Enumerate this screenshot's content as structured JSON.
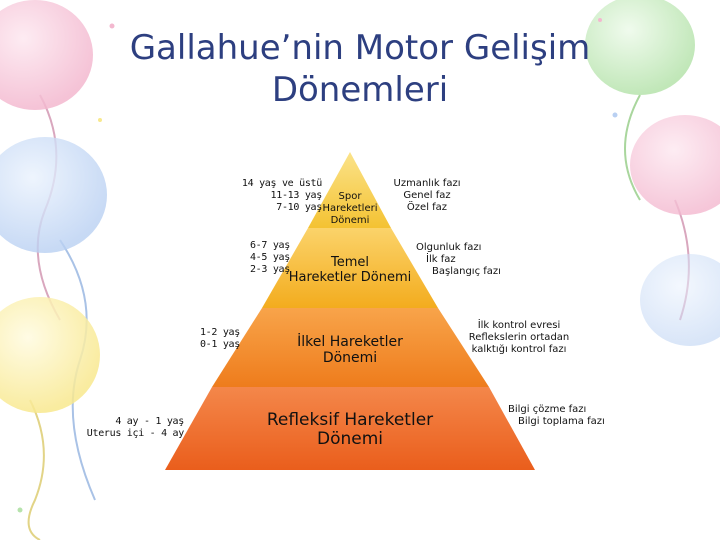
{
  "title": {
    "line1": "Gallahue’nin Motor Gelişim",
    "line2": "Dönemleri"
  },
  "colors": {
    "title": "#2d3f80",
    "tier1": "#f7d24a",
    "tier2": "#f5bc2e",
    "tier3": "#f28a24",
    "tier4": "#ee6a22",
    "balloon_pink": "#f6c8da",
    "balloon_blue": "#c9dcf6",
    "balloon_yellow": "#fbf0a8",
    "balloon_green": "#c8ecc0"
  },
  "pyramid": {
    "tiers": [
      {
        "stage": "Spor Hareketleri Dönemi",
        "stage_lines": [
          "Spor",
          "Hareketleri",
          "Dönemi"
        ],
        "ages": [
          "14 yaş ve üstü",
          "11-13 yaş",
          "7-10 yaş"
        ],
        "phases": [
          "Uzmanlık fazı",
          "Genel faz",
          "Özel faz"
        ]
      },
      {
        "stage": "Temel Hareketler Dönemi",
        "stage_lines": [
          "Temel",
          "Hareketler Dönemi"
        ],
        "ages": [
          "6-7 yaş",
          "4-5 yaş",
          "2-3 yaş"
        ],
        "phases": [
          "Olgunluk fazı",
          "İlk faz",
          "Başlangıç fazı"
        ]
      },
      {
        "stage": "İlkel Hareketler Dönemi",
        "stage_lines": [
          "İlkel Hareketler",
          "Dönemi"
        ],
        "ages": [
          "1-2 yaş",
          "0-1 yaş"
        ],
        "phases": [
          "İlk kontrol evresi",
          "Reflekslerin ortadan",
          "kalktığı kontrol fazı"
        ]
      },
      {
        "stage": "Refleksif Hareketler Dönemi",
        "stage_lines": [
          "Refleksif Hareketler",
          "Dönemi"
        ],
        "ages": [
          "4 ay - 1 yaş",
          "Uterus içi - 4 ay"
        ],
        "phases": [
          "Bilgi çözme fazı",
          "Bilgi toplama fazı"
        ]
      }
    ]
  }
}
